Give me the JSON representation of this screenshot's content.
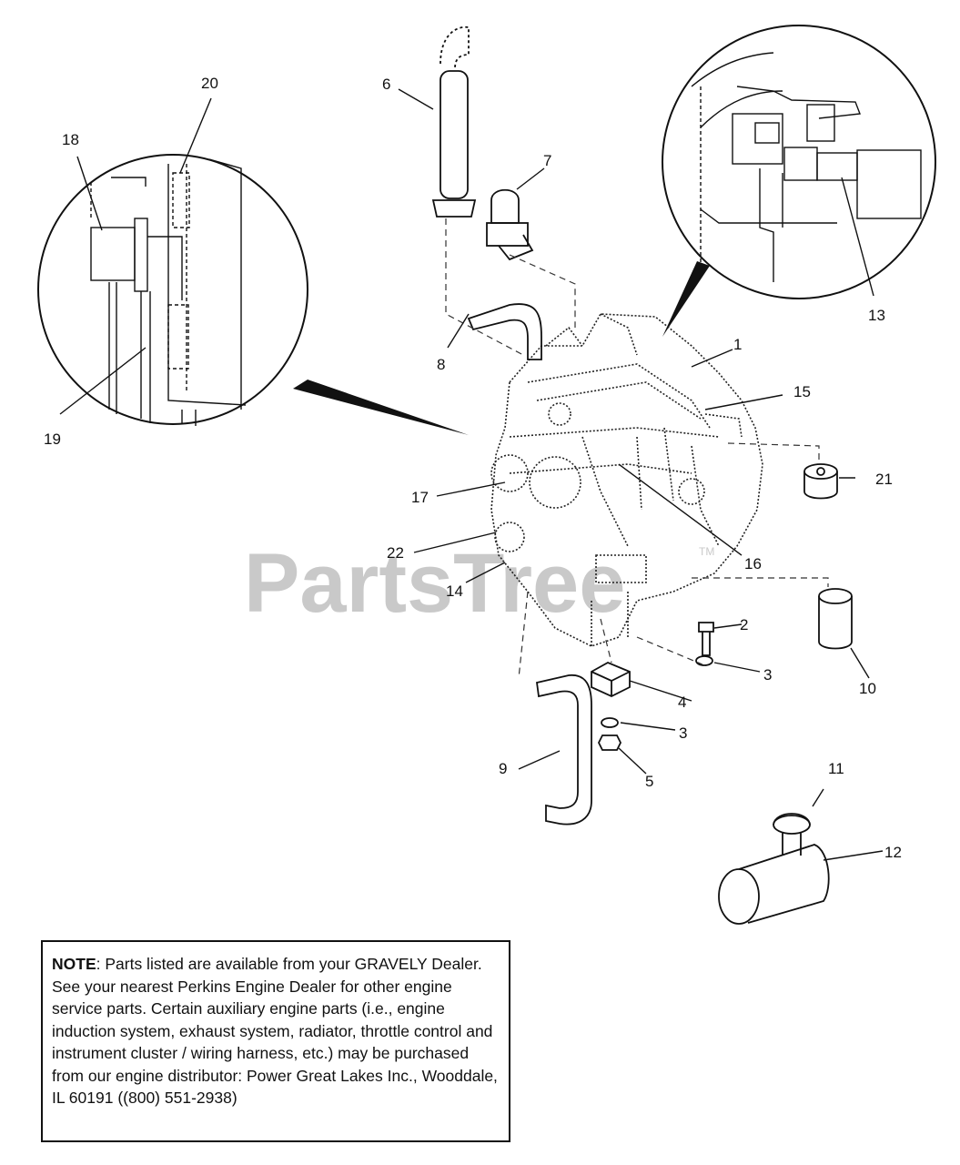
{
  "watermark": {
    "text": "PartsTree",
    "trademark": "TM"
  },
  "callouts": [
    "1",
    "2",
    "3",
    "3",
    "4",
    "5",
    "6",
    "7",
    "8",
    "9",
    "10",
    "11",
    "12",
    "13",
    "14",
    "15",
    "16",
    "17",
    "18",
    "19",
    "20",
    "21",
    "22"
  ],
  "note": {
    "label": "NOTE",
    "text": ": Parts listed are available from your GRAVELY Dealer. See your nearest Perkins Engine Dealer for other engine service parts. Certain auxiliary engine parts (i.e., engine induction system, exhaust system, radiator, throttle control and instrument cluster / wiring harness, etc.) may be purchased from our engine distributor: Power Great Lakes Inc., Wooddale, IL 60191 ((800) 551-2938)"
  }
}
